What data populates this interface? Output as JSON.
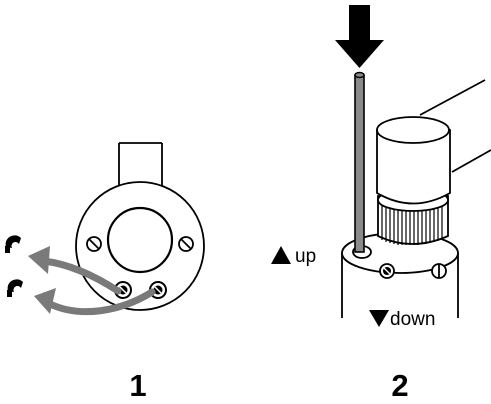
{
  "panels": [
    {
      "number": "1"
    },
    {
      "number": "2",
      "label_up": "up",
      "label_down": "down"
    }
  ],
  "colors": {
    "outline": "#000000",
    "arrow_gray": "#7a7a7a",
    "rod_gray": "#8a8a8a",
    "background": "#ffffff"
  },
  "icons": [
    "fastener-icon",
    "press-down-arrow-icon",
    "up-triangle-icon",
    "down-triangle-icon"
  ]
}
